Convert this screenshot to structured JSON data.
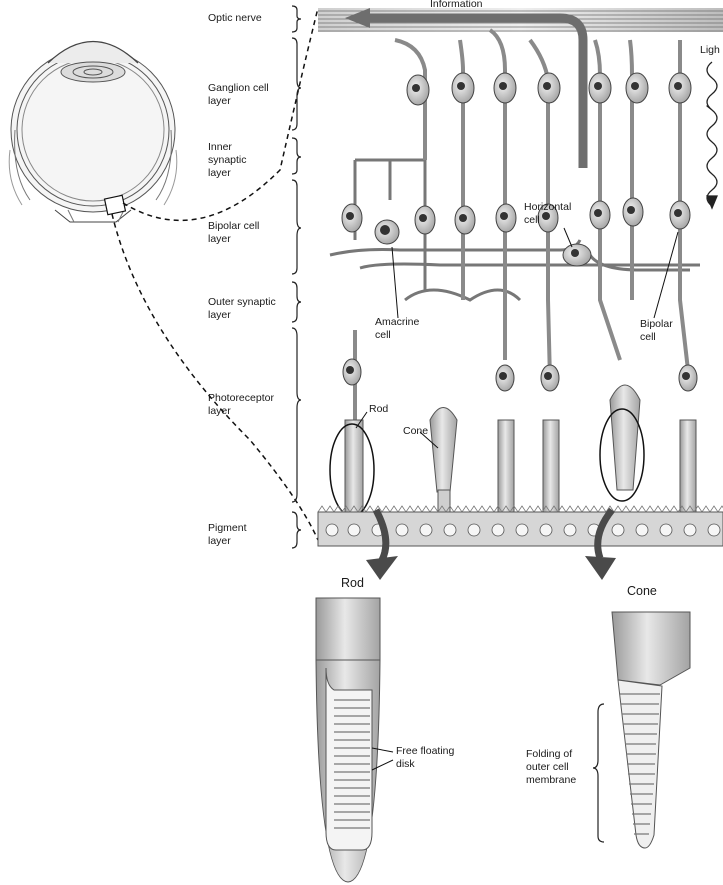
{
  "layers": [
    {
      "id": "optic-nerve",
      "label": "Optic nerve"
    },
    {
      "id": "ganglion",
      "label": "Ganglion cell\nlayer"
    },
    {
      "id": "inner-synaptic",
      "label": "Inner\nsynaptic\nlayer"
    },
    {
      "id": "bipolar",
      "label": "Bipolar cell\nlayer"
    },
    {
      "id": "outer-synaptic",
      "label": "Outer synaptic\nlayer"
    },
    {
      "id": "photoreceptor",
      "label": "Photoreceptor\nlayer"
    },
    {
      "id": "pigment",
      "label": "Pigment\nlayer"
    }
  ],
  "cell_labels": {
    "information": "Information",
    "light": "Ligh",
    "horizontal": "Horizontal\ncell",
    "amacrine": "Amacrine\ncell",
    "bipolar": "Bipolar\ncell",
    "rod": "Rod",
    "cone": "Cone"
  },
  "detail": {
    "rod_title": "Rod",
    "cone_title": "Cone",
    "free_disk": "Free floating\ndisk",
    "folding": "Folding of\nouter cell\nmembrane"
  },
  "colors": {
    "ink": "#2a2a2a",
    "arrow": "#6e6e6e",
    "shade": "#bdbdbd",
    "light_shade": "#e4e4e4"
  }
}
